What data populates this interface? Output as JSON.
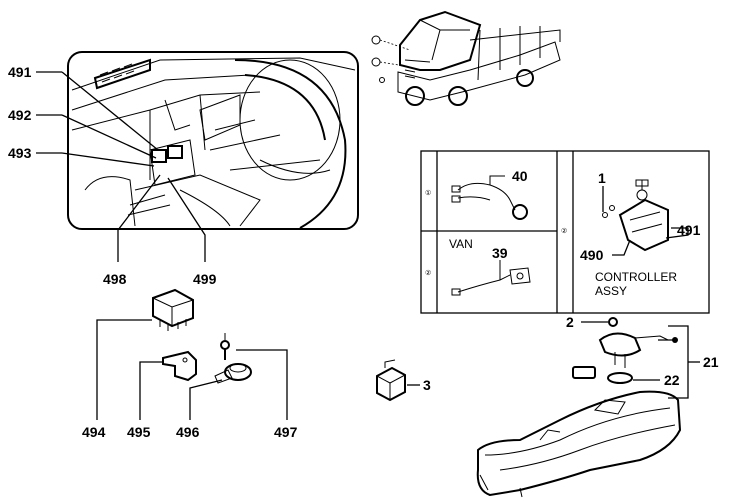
{
  "callouts": {
    "c491": "491",
    "c492": "492",
    "c493": "493",
    "c498": "498",
    "c499": "499",
    "c494": "494",
    "c495": "495",
    "c496": "496",
    "c497": "497",
    "c40": "40",
    "c39": "39",
    "c1": "1",
    "c490": "490",
    "c491b": "491",
    "c2": "2",
    "c21": "21",
    "c22": "22",
    "c3": "3"
  },
  "text": {
    "van": "VAN",
    "controller_line1": "CONTROLLER",
    "controller_line2": "ASSY"
  },
  "markers": {
    "m1": "①",
    "m2": "②"
  }
}
